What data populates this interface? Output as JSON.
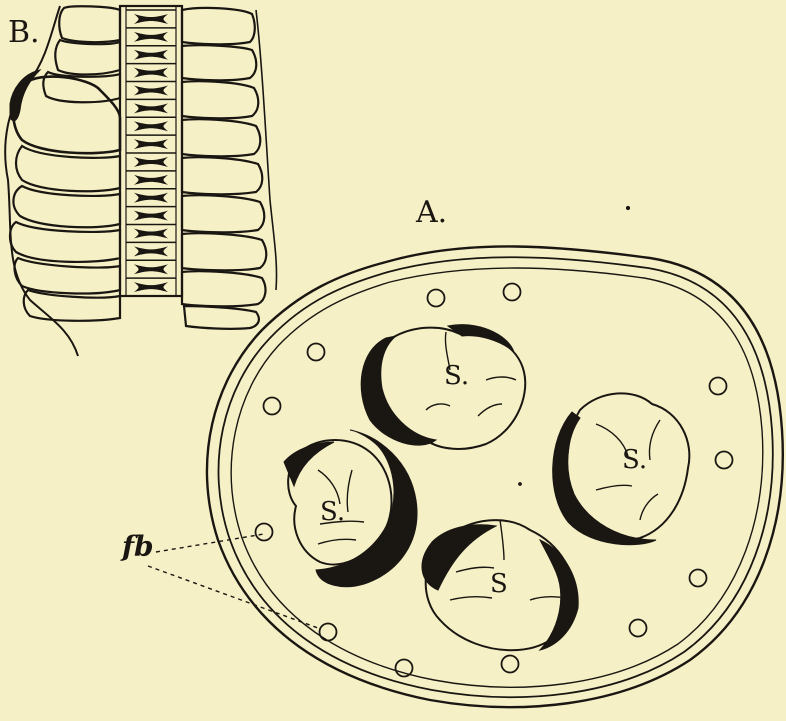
{
  "figure": {
    "panel_b_label": "B.",
    "panel_a_label": "A.",
    "sorus_labels": [
      "S.",
      "S.",
      "S",
      "S."
    ],
    "fb_label": "fb",
    "colors": {
      "paper": "#f6f0c7",
      "ink": "#1a1712",
      "cell_fill": "#f6f0c7"
    }
  }
}
